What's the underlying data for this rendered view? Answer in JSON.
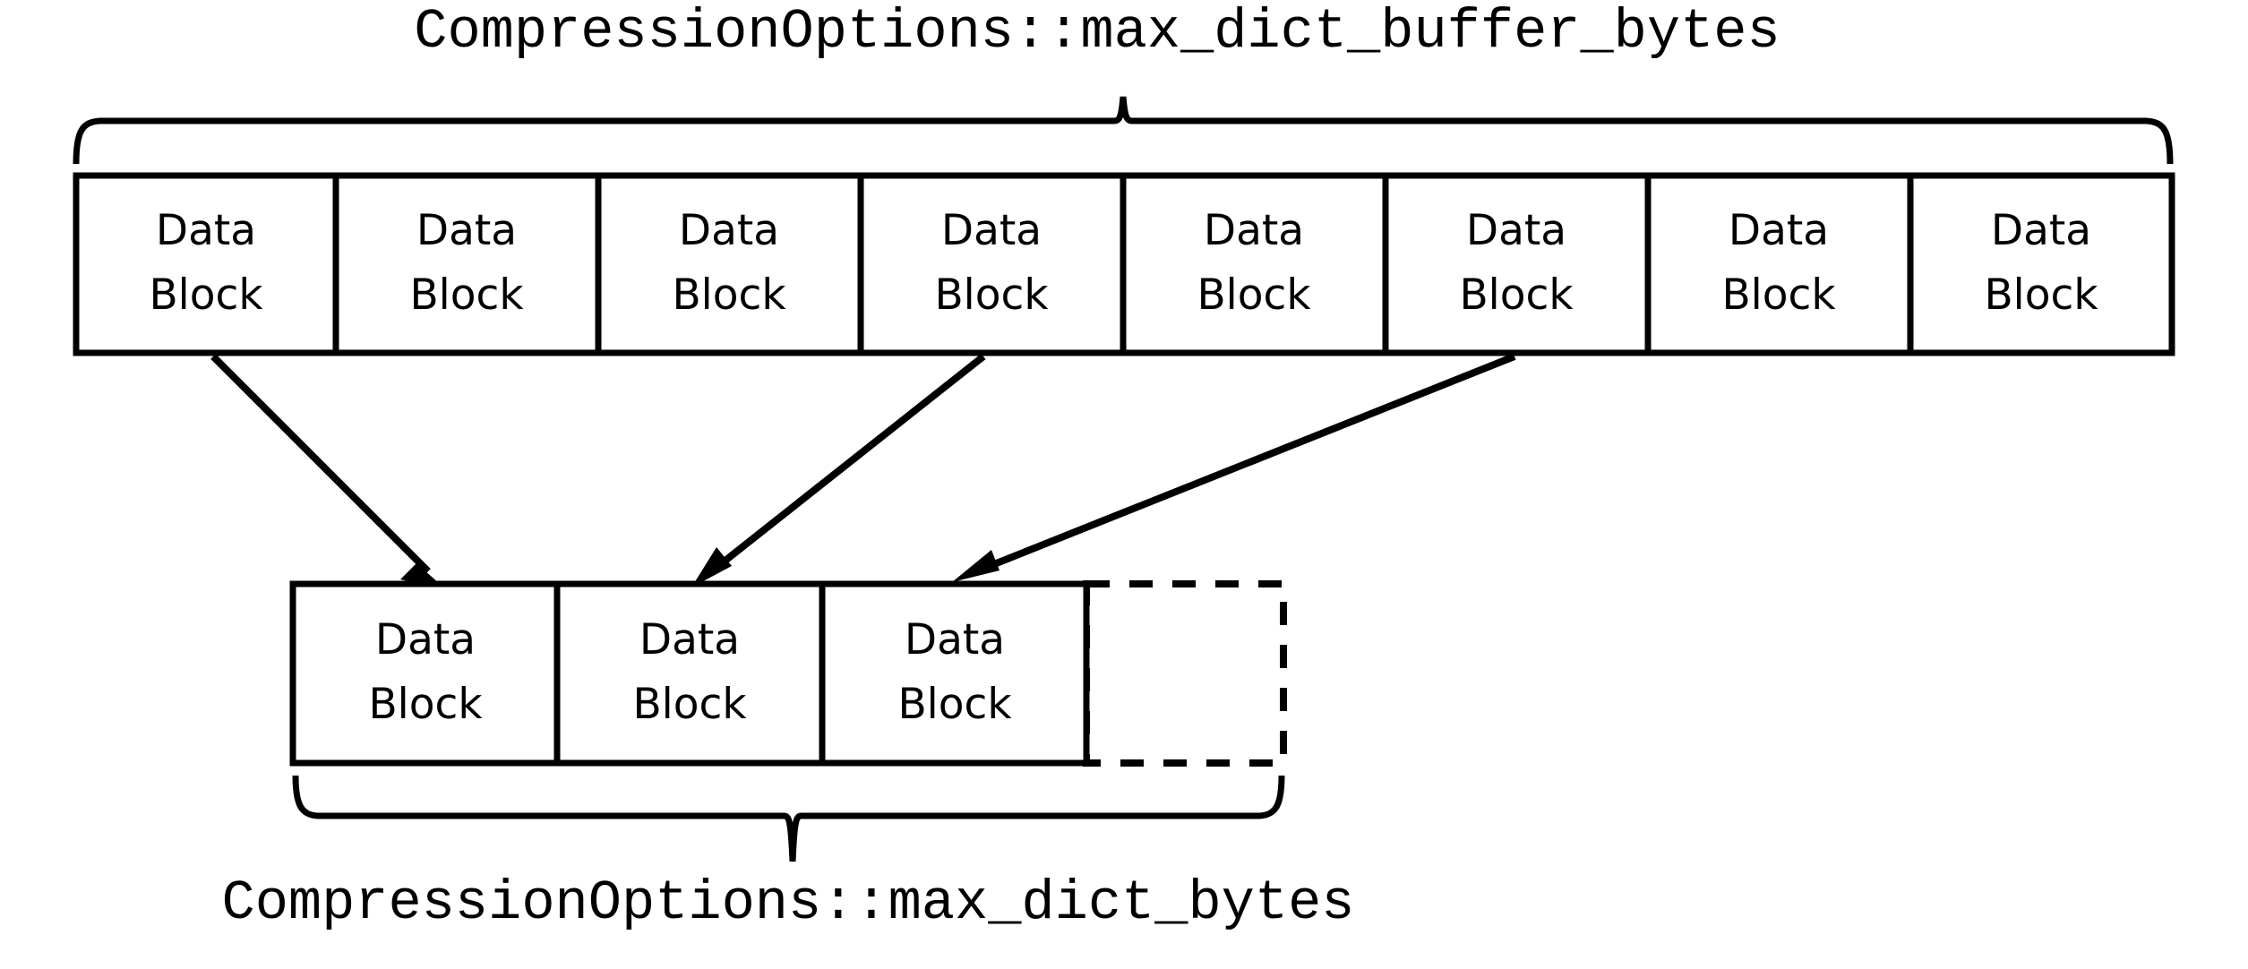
{
  "diagram": {
    "title_top": "CompressionOptions::max_dict_buffer_bytes",
    "title_bottom": "CompressionOptions::max_dict_bytes",
    "colors": {
      "stroke": "#000000",
      "fill": "#ffffff",
      "background": "#ffffff"
    },
    "buffer_row": {
      "label": "Data Block",
      "block_count": 8,
      "blocks": [
        {
          "line1": "Data",
          "line2": "Block"
        },
        {
          "line1": "Data",
          "line2": "Block"
        },
        {
          "line1": "Data",
          "line2": "Block"
        },
        {
          "line1": "Data",
          "line2": "Block"
        },
        {
          "line1": "Data",
          "line2": "Block"
        },
        {
          "line1": "Data",
          "line2": "Block"
        },
        {
          "line1": "Data",
          "line2": "Block"
        },
        {
          "line1": "Data",
          "line2": "Block"
        }
      ]
    },
    "dict_row": {
      "label": "Data Block",
      "solid_block_count": 3,
      "empty_slot_count": 1,
      "blocks": [
        {
          "line1": "Data",
          "line2": "Block",
          "style": "solid"
        },
        {
          "line1": "Data",
          "line2": "Block",
          "style": "solid"
        },
        {
          "line1": "Data",
          "line2": "Block",
          "style": "solid"
        },
        {
          "line1": "",
          "line2": "",
          "style": "dashed"
        }
      ]
    },
    "arrows": [
      {
        "from_block_index": 0,
        "to_block_index": 0,
        "name": "arrow-block-1-to-dict-1"
      },
      {
        "from_block_index": 3,
        "to_block_index": 1,
        "name": "arrow-block-4-to-dict-2"
      },
      {
        "from_block_index": 5,
        "to_block_index": 2,
        "name": "arrow-block-6-to-dict-3"
      }
    ]
  }
}
